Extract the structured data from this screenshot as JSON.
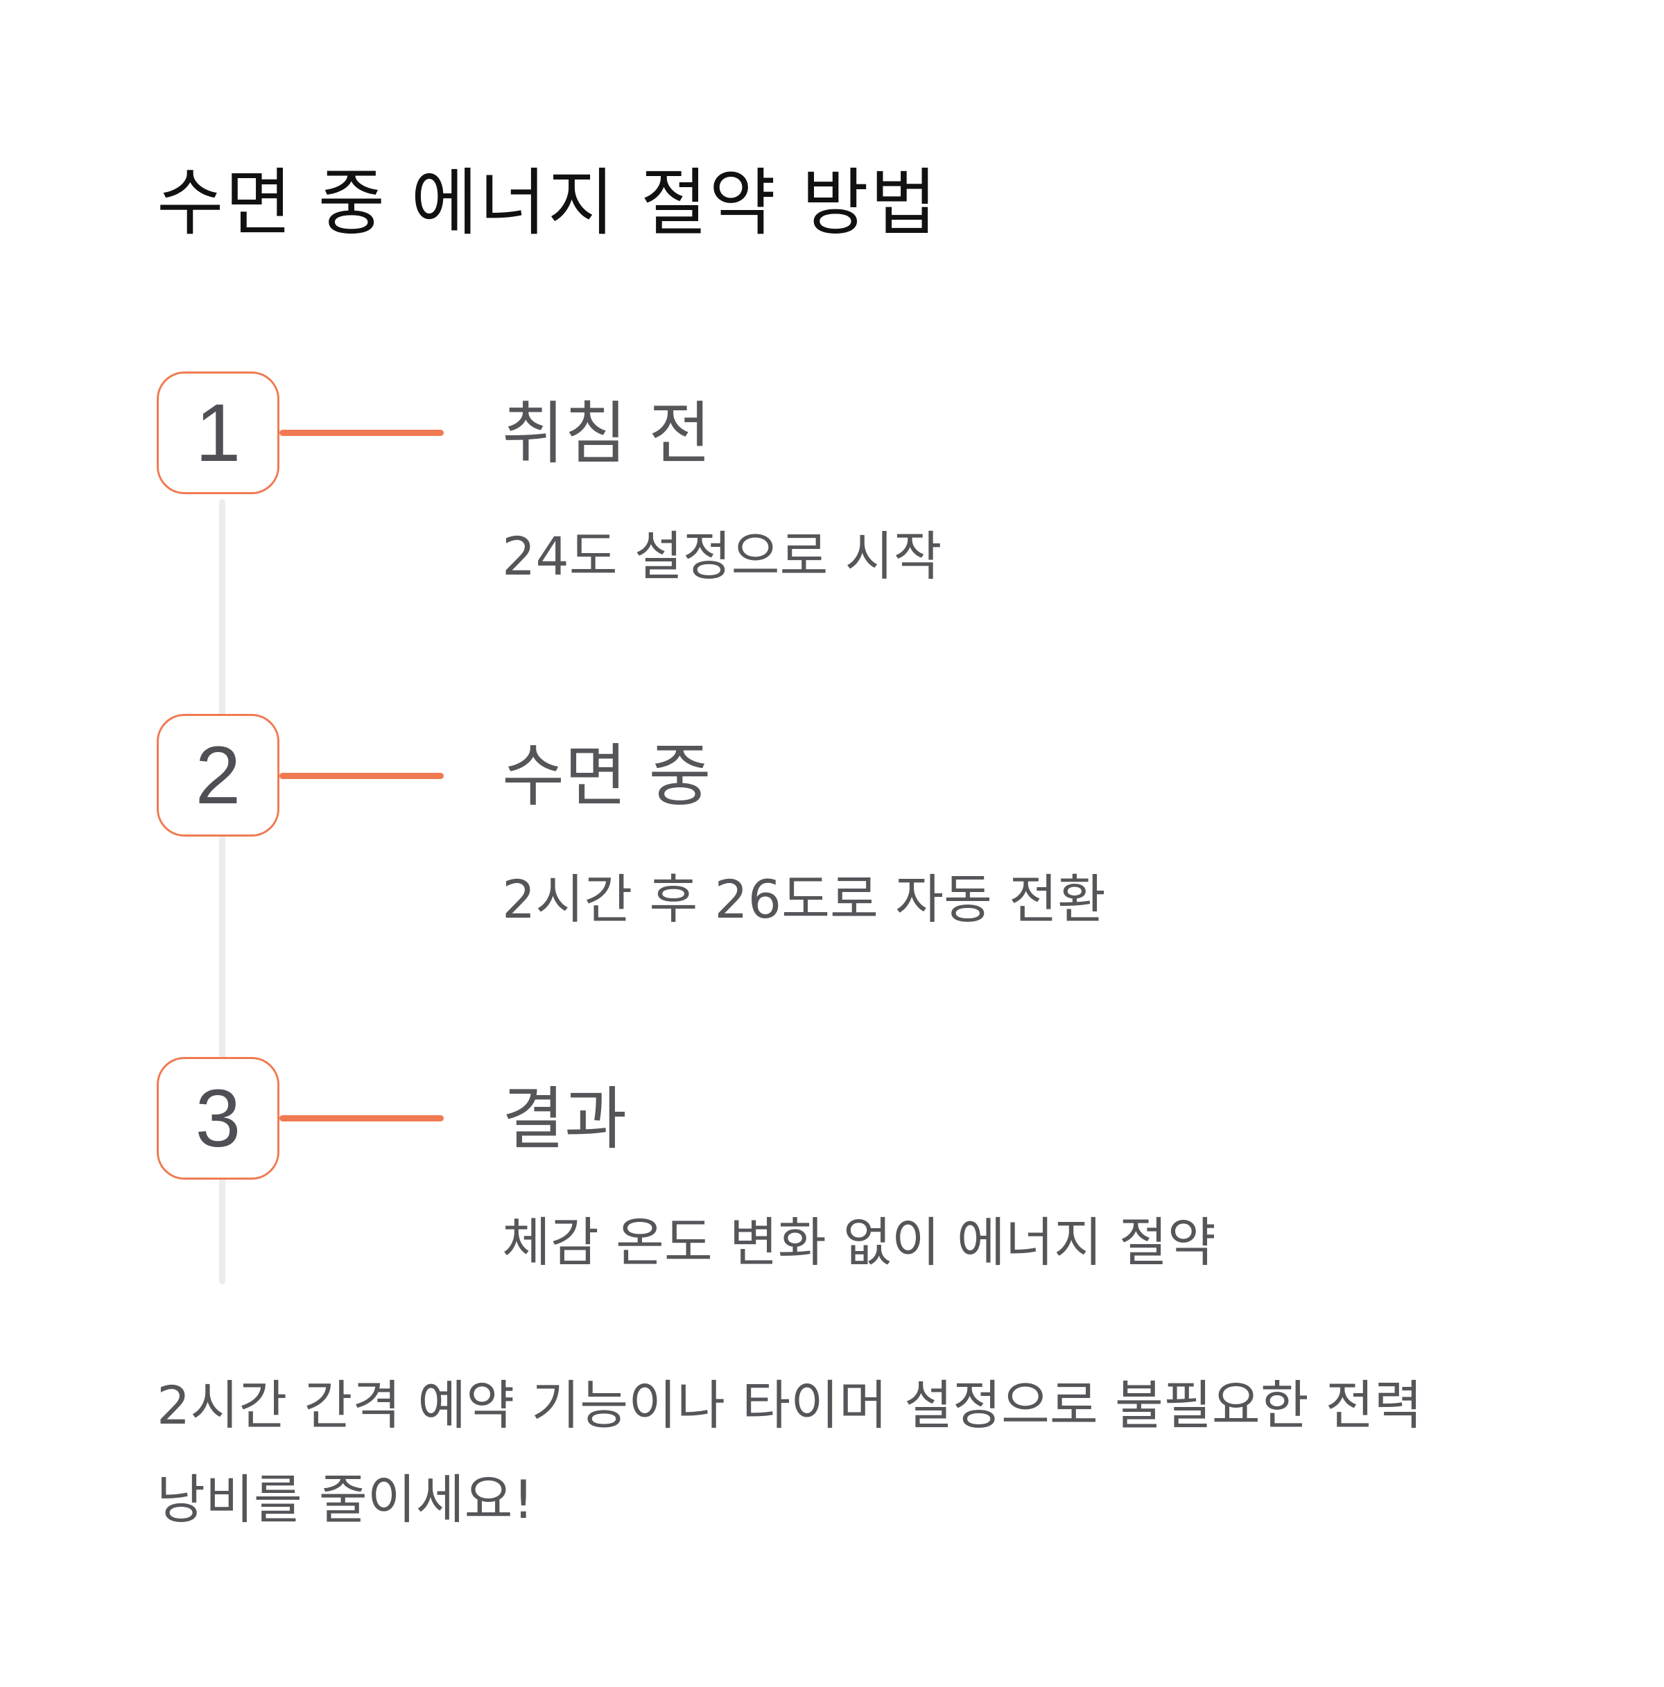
{
  "title": "수면 중 에너지 절약 방법",
  "accent_color": "#f07a52",
  "steps": [
    {
      "number": "1",
      "title": "취침 전",
      "description": "24도 설정으로 시작"
    },
    {
      "number": "2",
      "title": "수면 중",
      "description": "2시간 후 26도로 자동 전환"
    },
    {
      "number": "3",
      "title": "결과",
      "description": "체감 온도 변화 없이 에너지 절약"
    }
  ],
  "footer": {
    "line1": "2시간 간격 예약 기능이나 타이머 설정으로 불필요한 전력",
    "line2": "낭비를 줄이세요!"
  }
}
